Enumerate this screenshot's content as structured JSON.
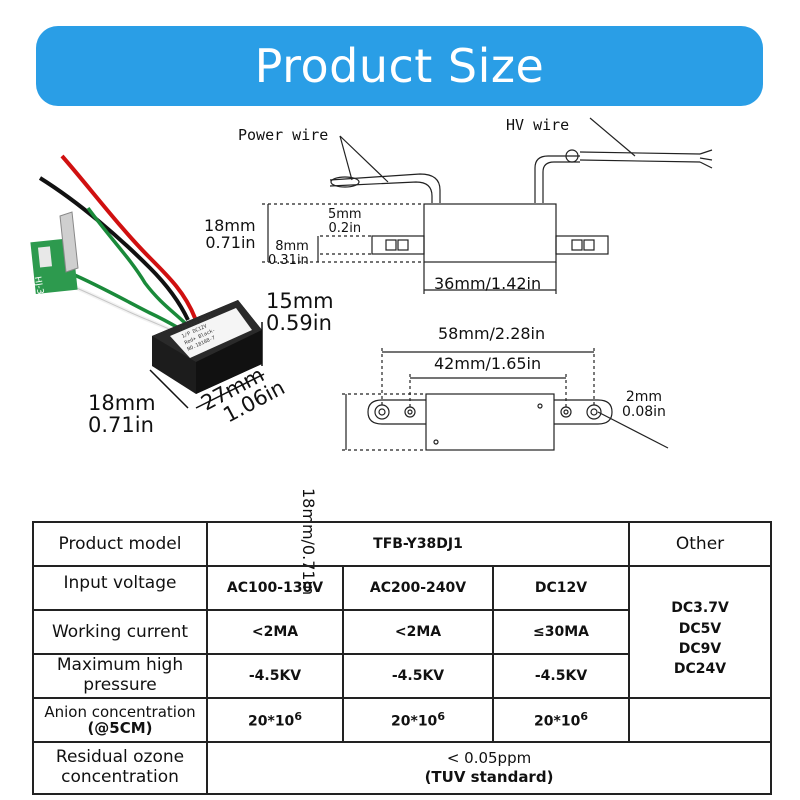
{
  "banner": {
    "title": "Product Size"
  },
  "photo": {
    "dim_height_mm": "15mm",
    "dim_height_in": "0.59in",
    "dim_depth_mm": "18mm",
    "dim_depth_in": "0.71in",
    "dim_length_mm": "27mm",
    "dim_length_in": "1.06in",
    "label_lines": [
      "TFB-Y0Y38DJ1",
      "1/P DC12V",
      "Red+ Black-",
      "NO.18108-7"
    ]
  },
  "drawing": {
    "power_wire": "Power wire",
    "hv_wire": "HV wire",
    "side_height_mm": "18mm",
    "side_height_in": "0.71in",
    "side_top_mm": "5mm",
    "side_top_in": "0.2in",
    "side_flange_mm": "8mm",
    "side_flange_in": "0.31in",
    "side_width": "36mm/1.42in",
    "top_total": "58mm/2.28in",
    "top_hole": "42mm/1.65in",
    "top_height": "18mm/0.71in",
    "hole_mm": "2mm",
    "hole_in": "0.08in"
  },
  "spec_table": {
    "model_label": "Product model",
    "model_value": "TFB-Y38DJ1",
    "other_label": "Other",
    "voltage_label": "Input voltage",
    "voltages": [
      "AC100-130V",
      "AC200-240V",
      "DC12V"
    ],
    "current_label": "Working current",
    "currents": [
      "<2MA",
      "<2MA",
      "≤30MA"
    ],
    "pressure_label_1": "Maximum high",
    "pressure_label_2": "pressure",
    "pressures": [
      "-4.5KV",
      "-4.5KV",
      "-4.5KV"
    ],
    "anion_label_1": "Anion concentration",
    "anion_label_2": "(@5CM)",
    "anion_base": "20*10",
    "anion_exp": "6",
    "other_values": [
      "DC3.7V",
      "DC5V",
      "DC9V",
      "DC24V"
    ],
    "ozone_label_1": "Residual ozone",
    "ozone_label_2": "concentration",
    "ozone_value_1": "< 0.05ppm",
    "ozone_value_2": "(TUV standard)"
  }
}
